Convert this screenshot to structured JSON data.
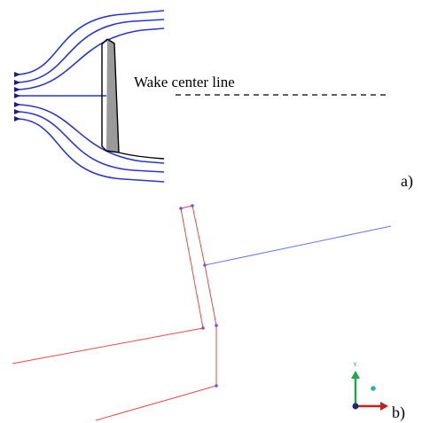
{
  "panel_a": {
    "annotation": "Wake center line",
    "label": "a)",
    "colors": {
      "streamline": "#2a35d6",
      "nozzle": "#1a1a8c",
      "wake_line": "#000000",
      "body": "#000000",
      "body_shade": "#9a9a9a"
    }
  },
  "panel_b": {
    "label": "b)",
    "colors": {
      "red_mesh": "#e84a4a",
      "blue_line": "#6a78e8",
      "node": "#7a55cc",
      "axis_y": "#1ea84a",
      "axis_x": "#c81e1e",
      "axis_z": "#1e2a6e",
      "axis_origin_dot": "#2ab0b0"
    }
  }
}
